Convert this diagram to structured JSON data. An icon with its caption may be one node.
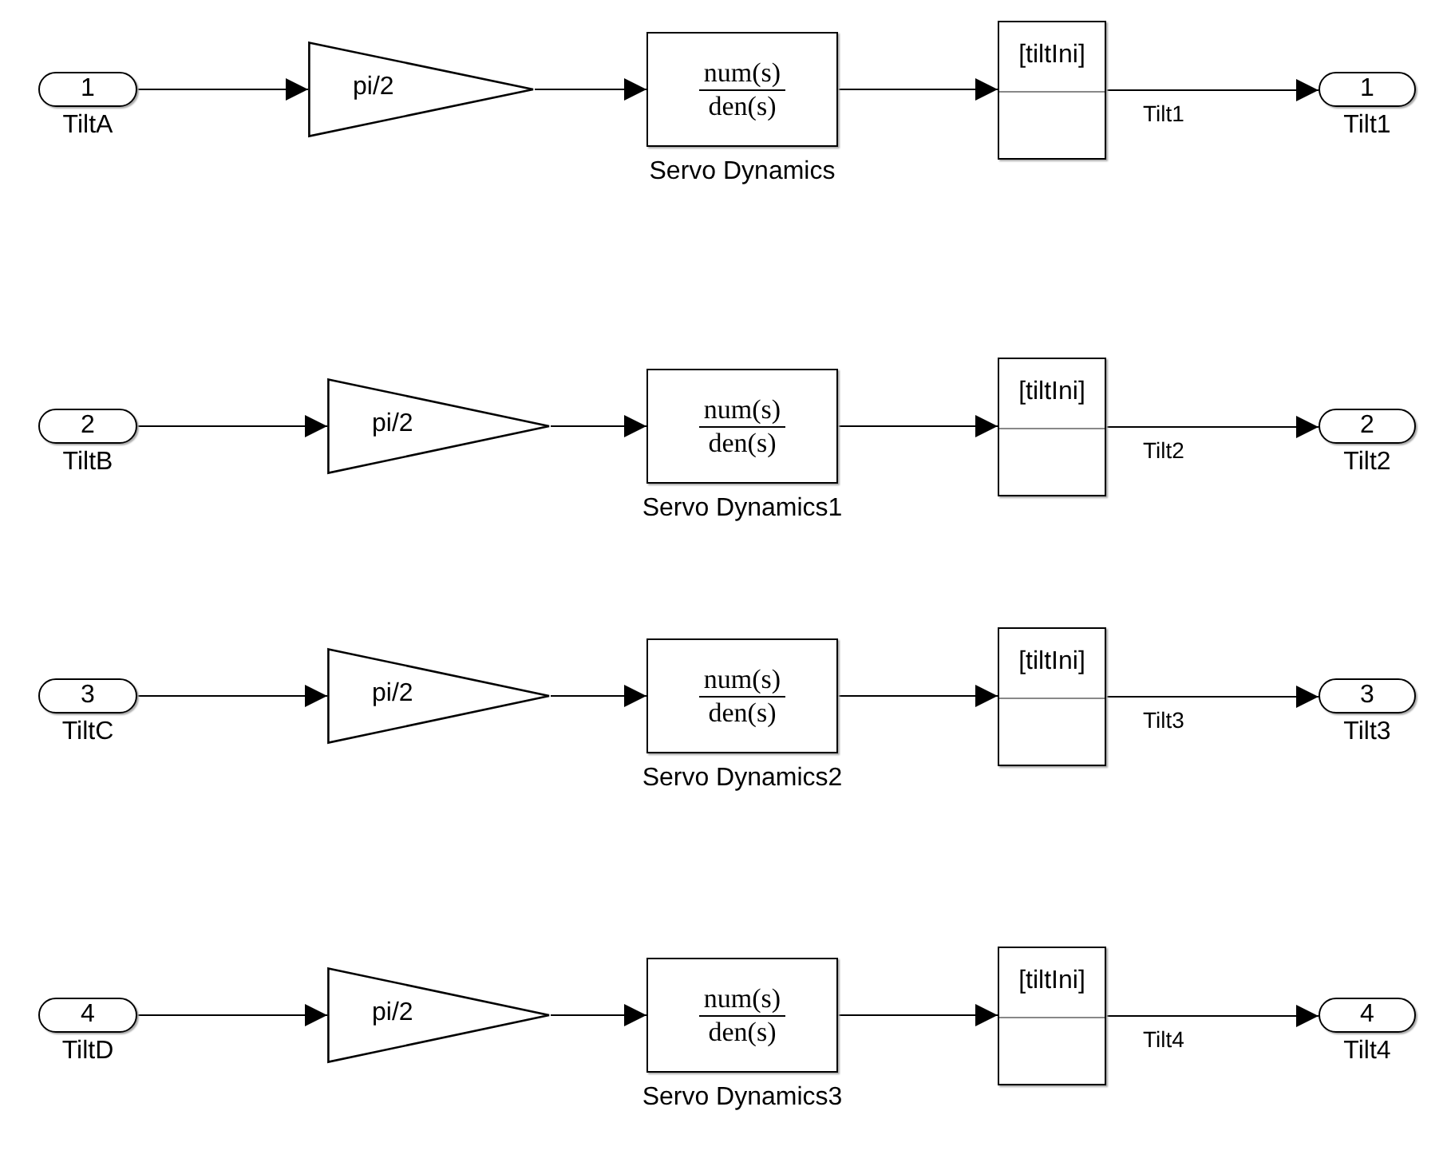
{
  "diagram": {
    "nodes": [
      {
        "text": [
          "1"
        ],
        "beside": [
          "TiltA"
        ]
      },
      {
        "text": [
          "pi/2"
        ]
      },
      {
        "text": [
          "num(s)",
          "den(s)"
        ],
        "beside": [
          "Servo Dynamics"
        ]
      },
      {
        "text": [
          "[tiltIni]"
        ]
      },
      {
        "text": [
          "1"
        ],
        "beside": [
          "Tilt1"
        ]
      },
      {
        "text": [
          "2"
        ],
        "beside": [
          "TiltB"
        ]
      },
      {
        "text": [
          "pi/2"
        ]
      },
      {
        "text": [
          "num(s)",
          "den(s)"
        ],
        "beside": [
          "Servo Dynamics1"
        ]
      },
      {
        "text": [
          "[tiltIni]"
        ]
      },
      {
        "text": [
          "2"
        ],
        "beside": [
          "Tilt2"
        ]
      },
      {
        "text": [
          "3"
        ],
        "beside": [
          "TiltC"
        ]
      },
      {
        "text": [
          "pi/2"
        ]
      },
      {
        "text": [
          "num(s)",
          "den(s)"
        ],
        "beside": [
          "Servo Dynamics2"
        ]
      },
      {
        "text": [
          "[tiltIni]"
        ]
      },
      {
        "text": [
          "3"
        ],
        "beside": [
          "Tilt3"
        ]
      },
      {
        "text": [
          "4"
        ],
        "beside": [
          "TiltD"
        ]
      },
      {
        "text": [
          "pi/2"
        ]
      },
      {
        "text": [
          "num(s)",
          "den(s)"
        ],
        "beside": [
          "Servo Dynamics3"
        ]
      },
      {
        "text": [
          "[tiltIni]"
        ]
      },
      {
        "text": [
          "4"
        ],
        "beside": [
          "Tilt4"
        ]
      }
    ],
    "edges": [
      {
        "from": 0,
        "to": 1,
        "arrow": "to"
      },
      {
        "from": 1,
        "to": 2,
        "arrow": "to"
      },
      {
        "from": 2,
        "to": 3,
        "arrow": "to"
      },
      {
        "from": 3,
        "to": 4,
        "arrow": "to",
        "label": "Tilt1"
      },
      {
        "from": 5,
        "to": 6,
        "arrow": "to"
      },
      {
        "from": 6,
        "to": 7,
        "arrow": "to"
      },
      {
        "from": 7,
        "to": 8,
        "arrow": "to"
      },
      {
        "from": 8,
        "to": 9,
        "arrow": "to",
        "label": "Tilt2"
      },
      {
        "from": 10,
        "to": 11,
        "arrow": "to"
      },
      {
        "from": 11,
        "to": 12,
        "arrow": "to"
      },
      {
        "from": 12,
        "to": 13,
        "arrow": "to"
      },
      {
        "from": 13,
        "to": 14,
        "arrow": "to",
        "label": "Tilt3"
      },
      {
        "from": 15,
        "to": 16,
        "arrow": "to"
      },
      {
        "from": 16,
        "to": 17,
        "arrow": "to"
      },
      {
        "from": 17,
        "to": 18,
        "arrow": "to"
      },
      {
        "from": 18,
        "to": 19,
        "arrow": "to",
        "label": "Tilt4"
      }
    ]
  }
}
